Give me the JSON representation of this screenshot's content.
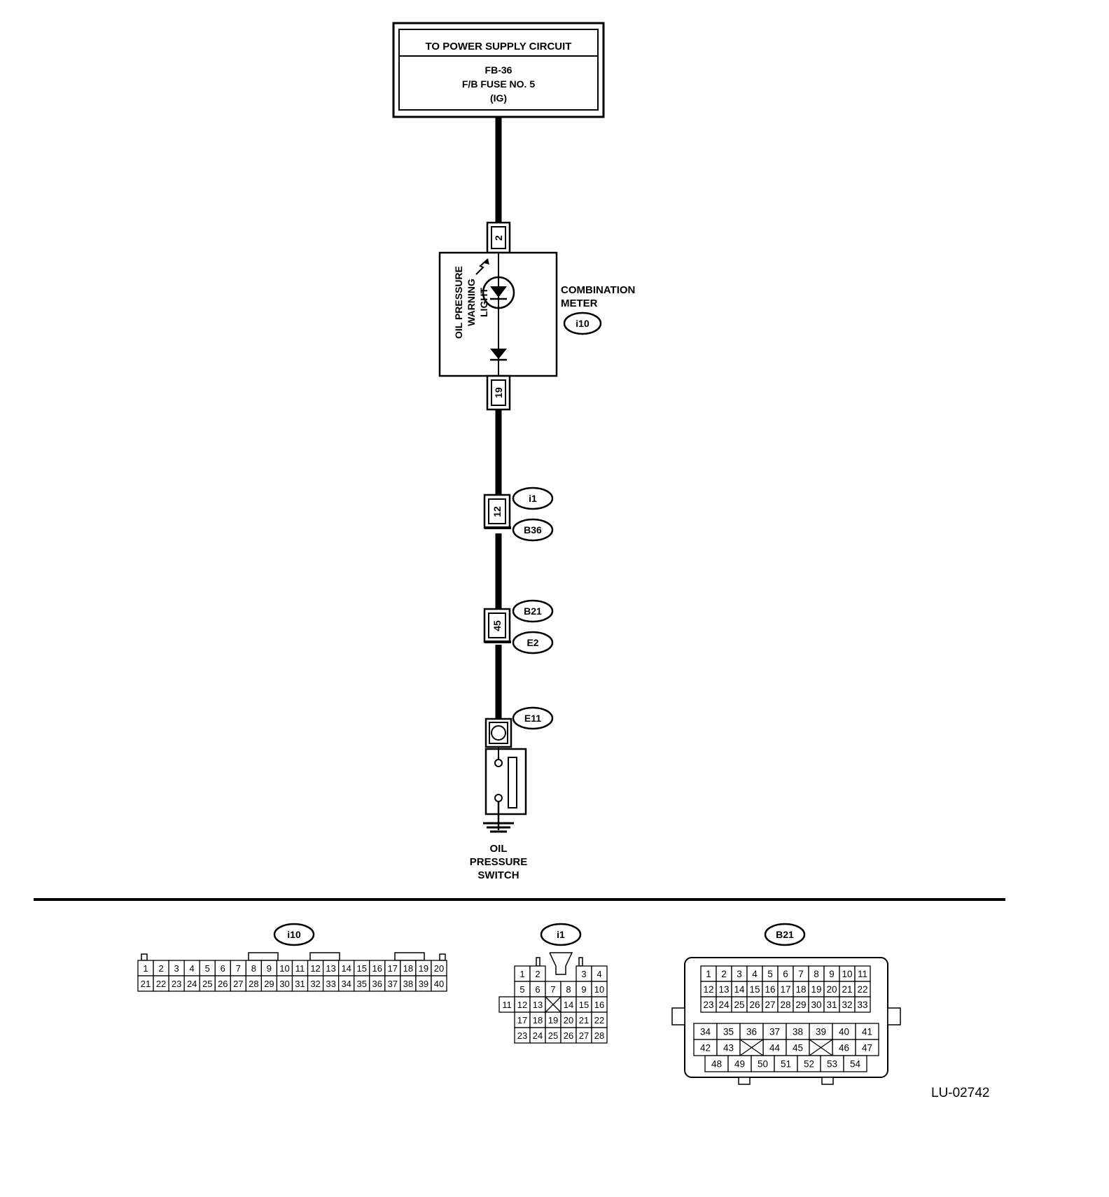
{
  "power_box": {
    "title": "TO POWER SUPPLY CIRCUIT",
    "line1": "FB-36",
    "line2": "F/B FUSE NO. 5",
    "line3": "(IG)"
  },
  "combination_meter": {
    "label_line1": "COMBINATION",
    "label_line2": "METER",
    "connector": "i10",
    "lamp_line1": "OIL PRESSURE",
    "lamp_line2": "WARNING",
    "lamp_line3": "LIGHT",
    "pin_top": "2",
    "pin_bottom": "19"
  },
  "junction_1": {
    "pin": "12",
    "connector_top": "i1",
    "connector_bottom": "B36"
  },
  "junction_2": {
    "pin": "45",
    "connector_top": "B21",
    "connector_bottom": "E2"
  },
  "switch": {
    "connector": "E11",
    "label_line1": "OIL",
    "label_line2": "PRESSURE",
    "label_line3": "SWITCH"
  },
  "connector_views": {
    "i10": {
      "name": "i10",
      "row1": [
        "1",
        "2",
        "3",
        "4",
        "5",
        "6",
        "7",
        "8",
        "9",
        "10",
        "11",
        "12",
        "13",
        "14",
        "15",
        "16",
        "17",
        "18",
        "19",
        "20"
      ],
      "row2": [
        "21",
        "22",
        "23",
        "24",
        "25",
        "26",
        "27",
        "28",
        "29",
        "30",
        "31",
        "32",
        "33",
        "34",
        "35",
        "36",
        "37",
        "38",
        "39",
        "40"
      ]
    },
    "i1": {
      "name": "i1",
      "row1": [
        "1",
        "2",
        "3",
        "4"
      ],
      "row2": [
        "5",
        "6",
        "7",
        "8",
        "9",
        "10"
      ],
      "row3": [
        "11",
        "12",
        "13",
        "14",
        "15",
        "16"
      ],
      "row4": [
        "17",
        "18",
        "19",
        "20",
        "21",
        "22"
      ],
      "row5": [
        "23",
        "24",
        "25",
        "26",
        "27",
        "28"
      ]
    },
    "B21": {
      "name": "B21",
      "row1": [
        "1",
        "2",
        "3",
        "4",
        "5",
        "6",
        "7",
        "8",
        "9",
        "10",
        "11"
      ],
      "row2": [
        "12",
        "13",
        "14",
        "15",
        "16",
        "17",
        "18",
        "19",
        "20",
        "21",
        "22"
      ],
      "row3": [
        "23",
        "24",
        "25",
        "26",
        "27",
        "28",
        "29",
        "30",
        "31",
        "32",
        "33"
      ],
      "row4": [
        "34",
        "35",
        "36",
        "37",
        "38",
        "39",
        "40",
        "41"
      ],
      "row5": [
        "42",
        "43",
        "44",
        "45",
        "46",
        "47"
      ],
      "row6": [
        "48",
        "49",
        "50",
        "51",
        "52",
        "53",
        "54"
      ]
    }
  },
  "figure_code": "LU-02742"
}
